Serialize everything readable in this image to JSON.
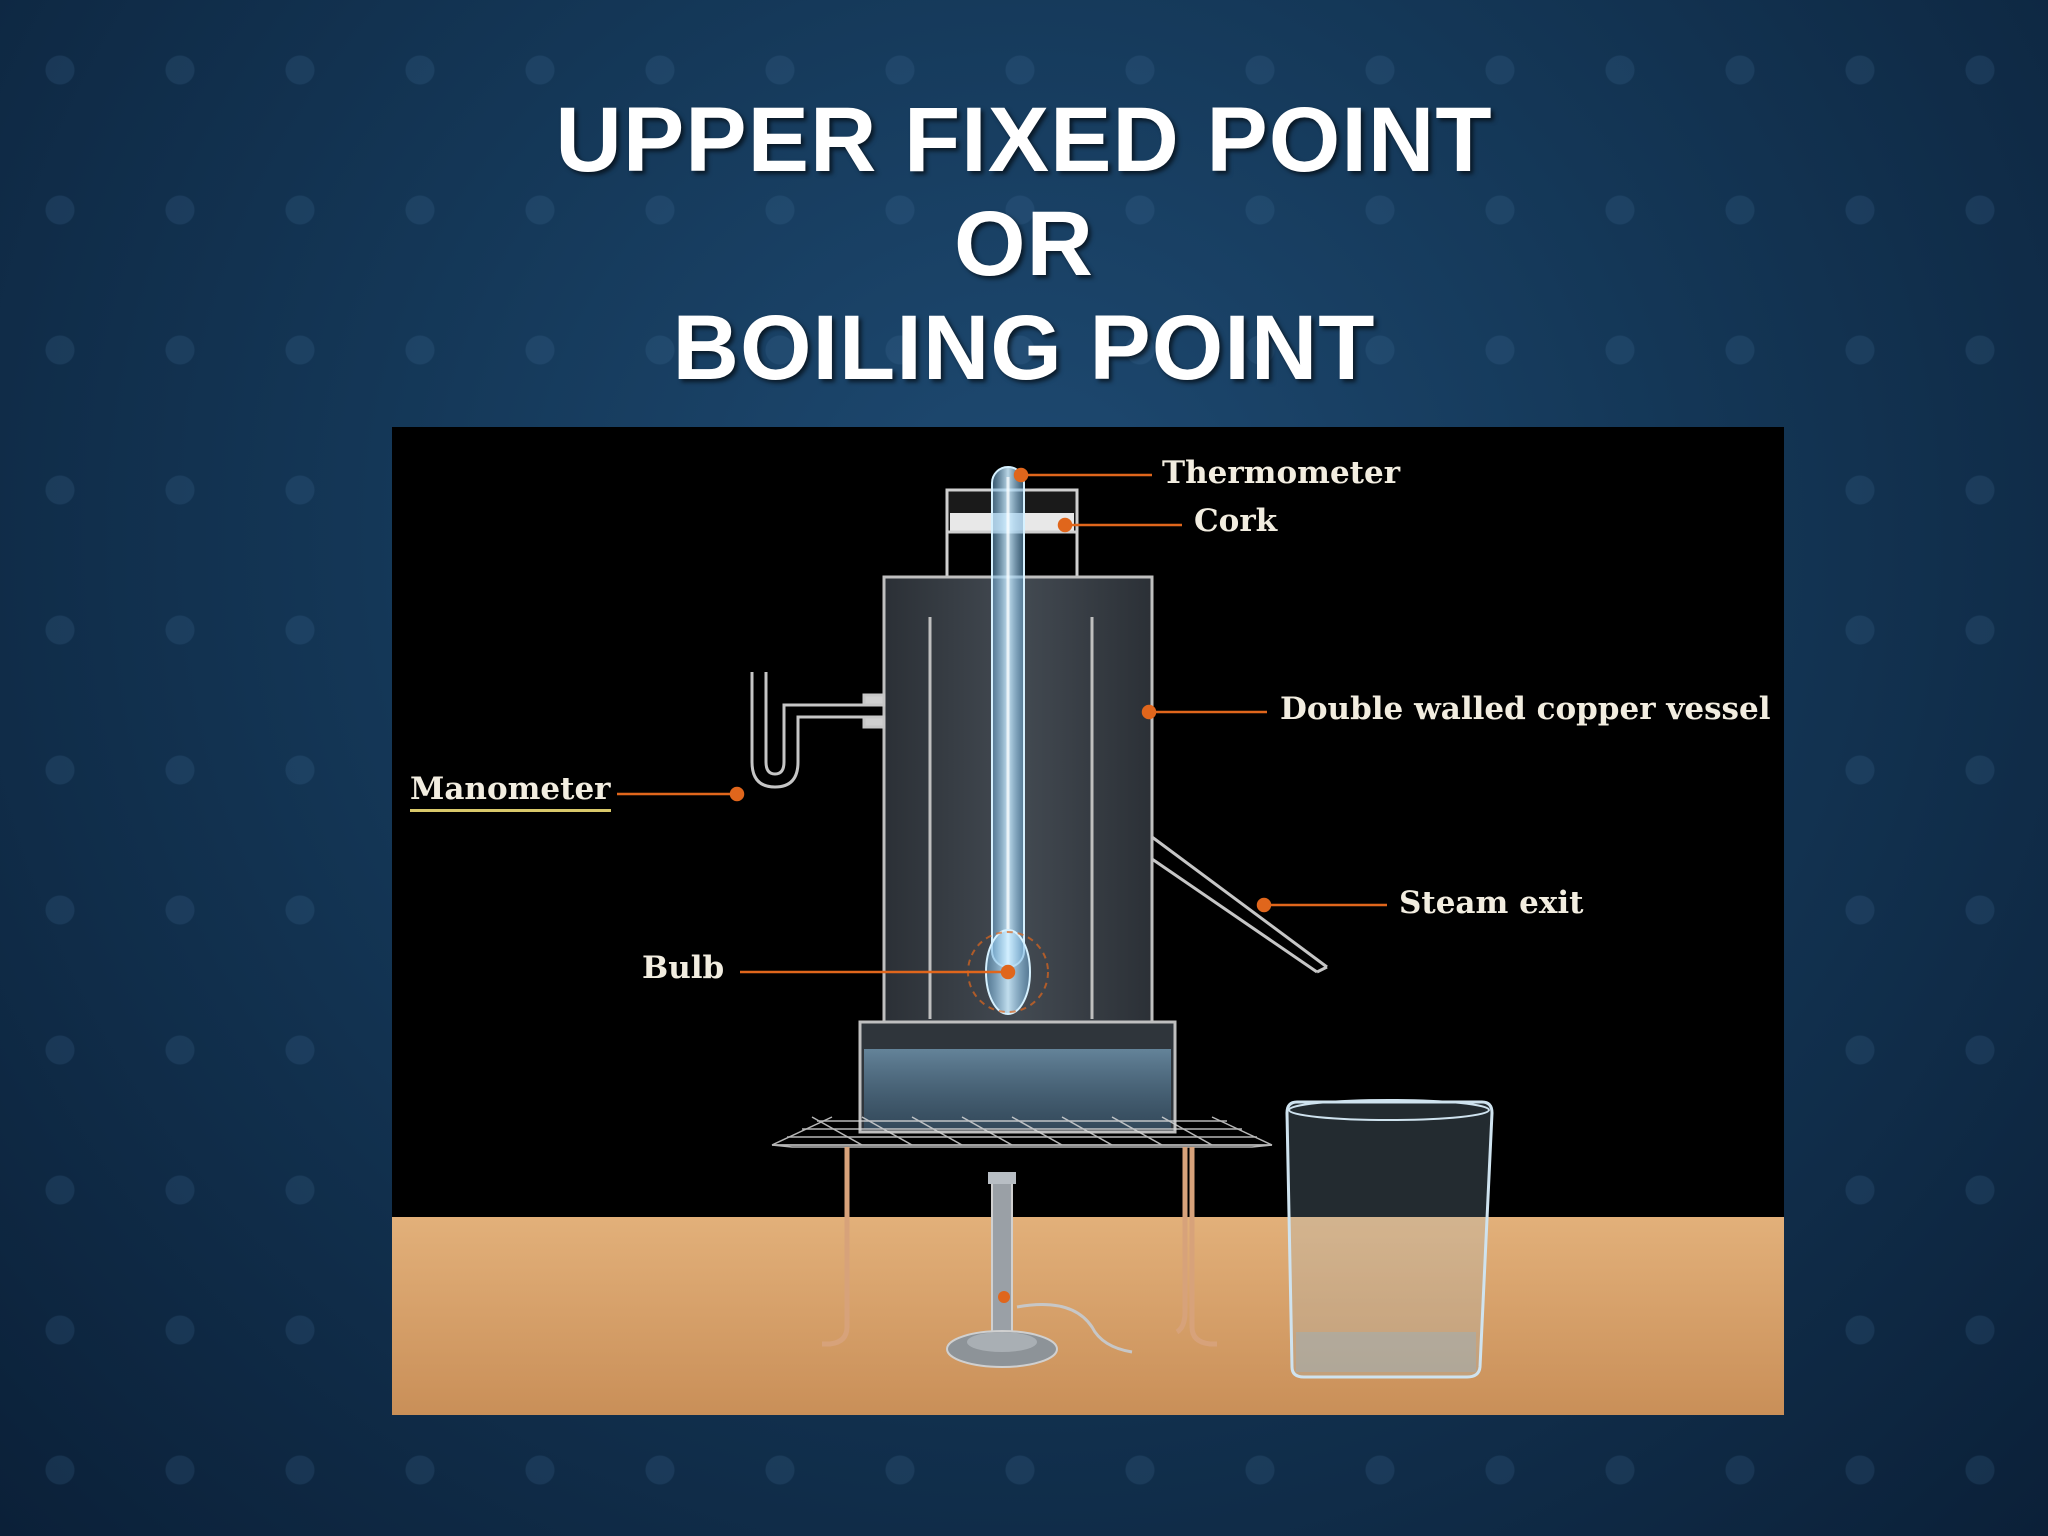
{
  "slide": {
    "title_lines": [
      "UPPER FIXED POINT",
      "OR",
      "BOILING POINT"
    ]
  },
  "diagram": {
    "labels": {
      "thermometer": "Thermometer",
      "cork": "Cork",
      "vessel": "Double walled copper vessel",
      "manometer": "Manometer",
      "steam_exit": "Steam exit",
      "bulb": "Bulb"
    },
    "colors": {
      "leader_line": "#e0661c",
      "table": "#d9a46c",
      "vessel_body": "#3a4047",
      "glass": "#9fd0f0"
    }
  }
}
